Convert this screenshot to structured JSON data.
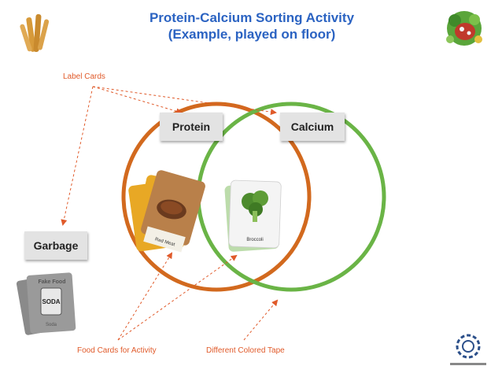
{
  "title": {
    "line1": "Protein-Calcium Sorting Activity",
    "line2": "(Example, played on floor)"
  },
  "label_cards": {
    "protein": "Protein",
    "calcium": "Calcium",
    "garbage": "Garbage"
  },
  "annotations": {
    "label_cards": "Label Cards",
    "food_cards": "Food Cards for Activity",
    "tape": "Different Colored Tape"
  },
  "food_cards": {
    "meat_caption": "Red Meat",
    "broccoli_caption": "Broccoli",
    "junk_label": "Fake Food",
    "soda_label": "SODA",
    "soda_caption": "Soda"
  },
  "colors": {
    "title": "#2b63c2",
    "protein_tape": "#d2691e",
    "calcium_tape": "#6ab446",
    "annotation": "#e05a2a",
    "label_card_bg": "#e3e3e3"
  },
  "icons": {
    "top_left": "fries-icon",
    "top_right": "vegetable-bowl-icon",
    "bottom_right": "company-logo-icon"
  }
}
